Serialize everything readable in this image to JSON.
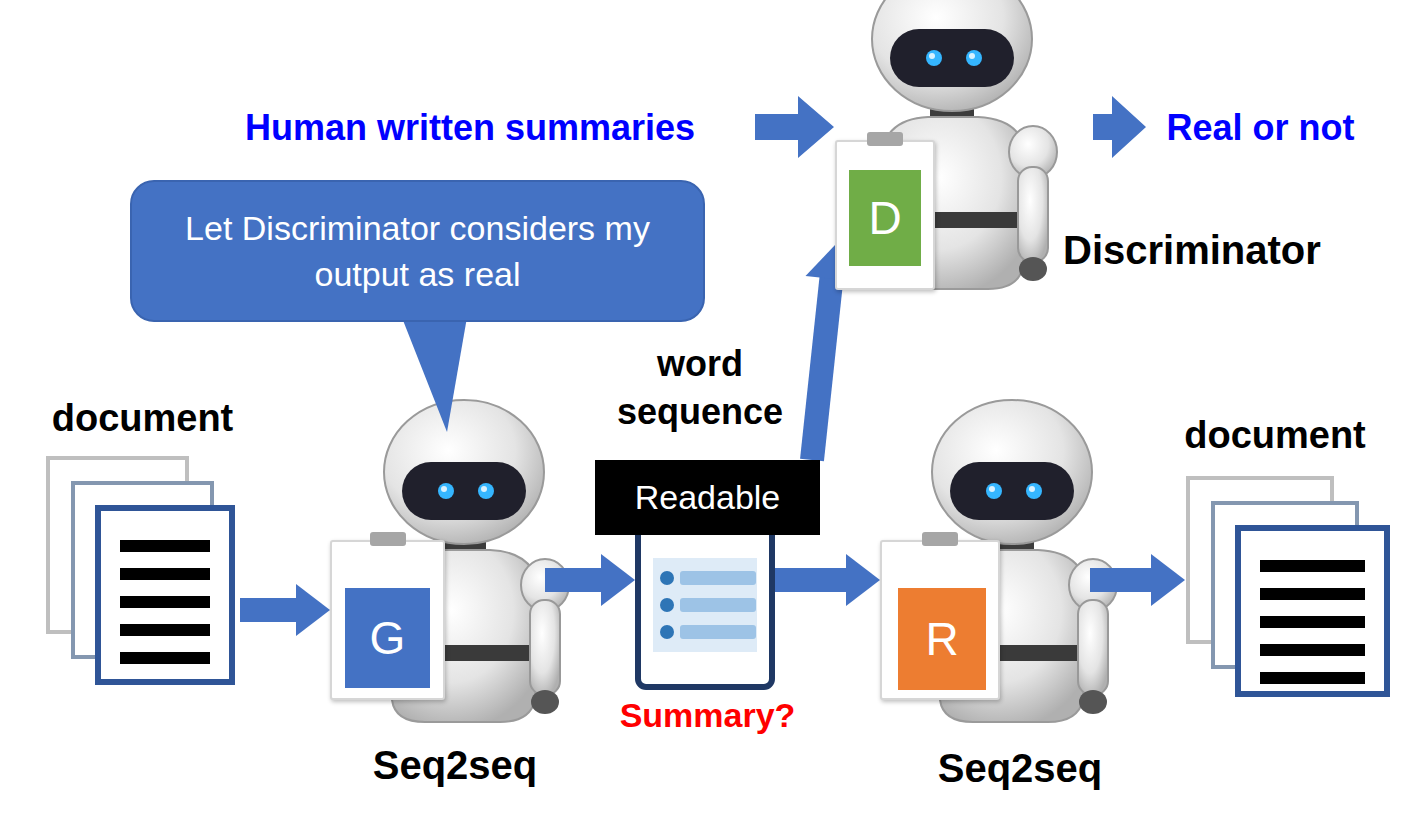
{
  "diagram": {
    "nodes": [
      {
        "text": [
          "D",
          "Discriminator"
        ]
      },
      {
        "text": [
          "Let Discriminator considers my output as real"
        ]
      },
      {
        "text": [
          "document"
        ]
      },
      {
        "text": [
          "G",
          "Seq2seq"
        ]
      },
      {
        "text": [
          "Summary?"
        ]
      },
      {
        "text": [
          "Readable"
        ],
        "in": 4
      },
      {
        "text": [
          "R",
          "Seq2seq"
        ]
      },
      {
        "text": [
          "document"
        ]
      }
    ],
    "edges": [
      {
        "from": 2,
        "to": 3,
        "arrow": "to"
      },
      {
        "from": 3,
        "to": 4,
        "arrow": "to"
      },
      {
        "from": 4,
        "to": 6,
        "arrow": "to"
      },
      {
        "from": 6,
        "to": 7,
        "arrow": "to"
      },
      {
        "from": 4,
        "to": 0,
        "label": "word sequence",
        "arrow": "to"
      }
    ],
    "labels": [
      "Human written summaries",
      "Real or not"
    ]
  }
}
